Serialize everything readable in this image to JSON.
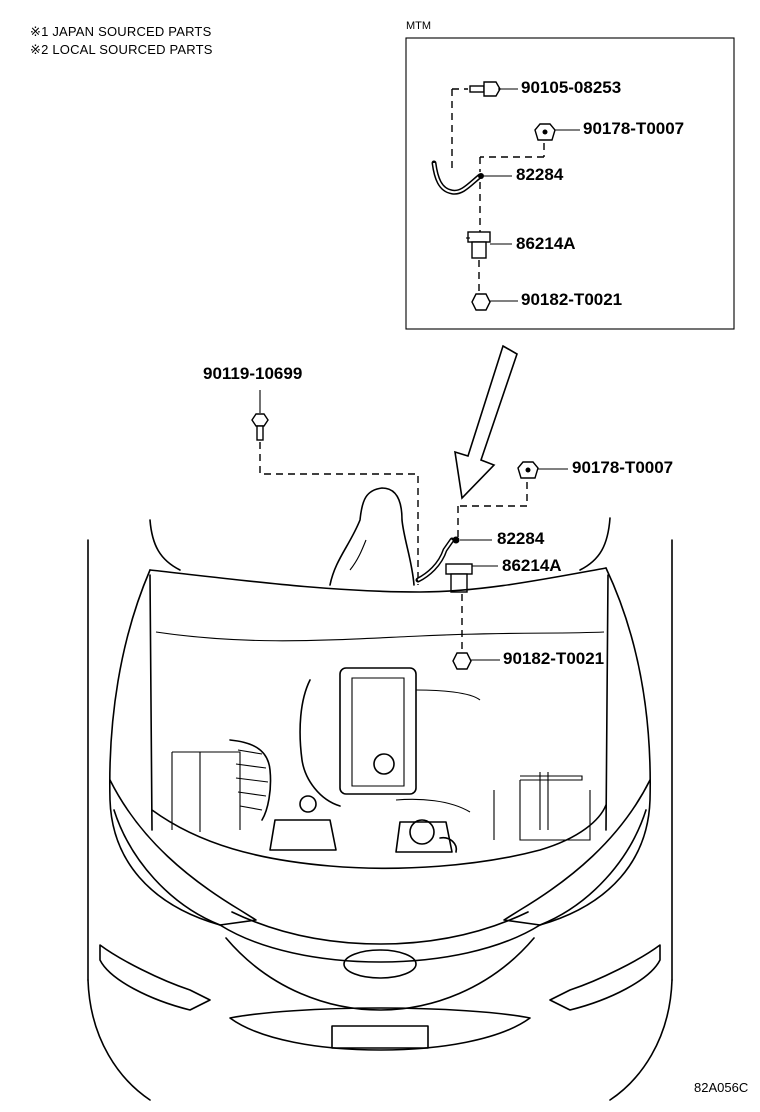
{
  "notes": {
    "japan": "※1 JAPAN SOURCED PARTS",
    "local": "※2 LOCAL SOURCED PARTS"
  },
  "inset": {
    "label": "MTM",
    "parts": {
      "bolt": "90105-08253",
      "nut": "90178-T0007",
      "wire": "82284",
      "bracket": "86214A",
      "clip": "90182-T0021"
    }
  },
  "main": {
    "parts": {
      "bolt": "90119-10699",
      "nut": "90178-T0007",
      "wire": "82284",
      "bracket": "86214A",
      "clip": "90182-T0021"
    }
  },
  "figure_code": "82A056C"
}
